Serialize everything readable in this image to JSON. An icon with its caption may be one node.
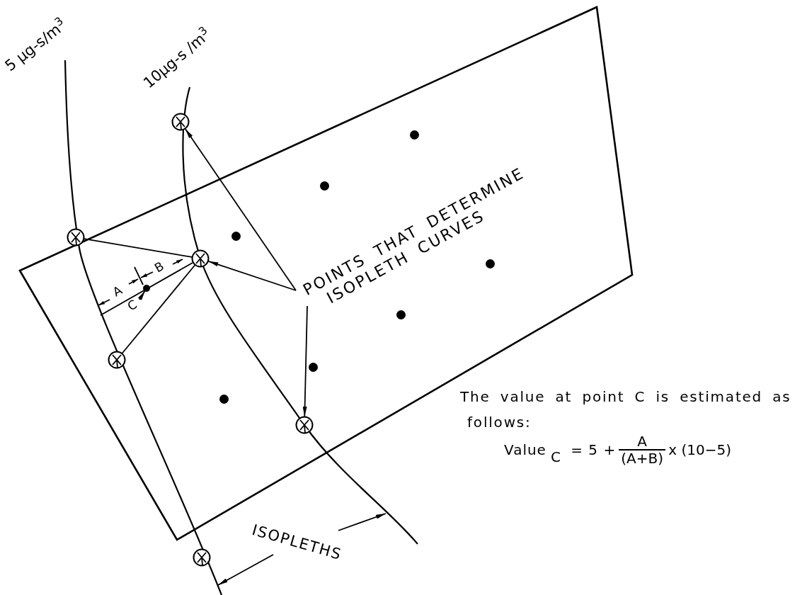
{
  "diagram": {
    "nodes": [
      {
        "text": [
          "POINTS THAT DETERMINE ISOPLETH CURVES"
        ]
      },
      {
        "text": [],
        "shape": "circle"
      },
      {
        "text": [],
        "shape": "circle"
      },
      {
        "text": [],
        "shape": "circle"
      },
      {
        "text": [],
        "shape": "circle"
      },
      {
        "text": [],
        "shape": "circle"
      },
      {
        "text": [],
        "shape": "circle"
      },
      {
        "text": [
          "ISOPLETHS"
        ]
      },
      {
        "text": [
          "C"
        ]
      },
      {
        "text": [],
        "shape": "dot"
      }
    ],
    "edges": [
      {
        "from": 0,
        "to": 1,
        "arrow": "to"
      },
      {
        "from": 0,
        "to": 3,
        "arrow": "to"
      },
      {
        "from": 0,
        "to": 5,
        "arrow": "to"
      },
      {
        "from": 2,
        "to": 3,
        "arrow": "none"
      },
      {
        "from": 3,
        "to": 4,
        "arrow": "none"
      },
      {
        "from": 7,
        "to": null,
        "arrow": "to"
      },
      {
        "from": 7,
        "to": null,
        "arrow": "to"
      },
      {
        "from": 8,
        "to": 9,
        "arrow": "to"
      }
    ],
    "labels": [
      "5 μg-s/m$^{3}$",
      "10μg-s /m$^{3}$",
      "A",
      "B",
      "The value at point C is estimated as follows:",
      "Value$_{C}$ = 5 +",
      "A",
      "(A+B)",
      "x (10−5)"
    ]
  }
}
